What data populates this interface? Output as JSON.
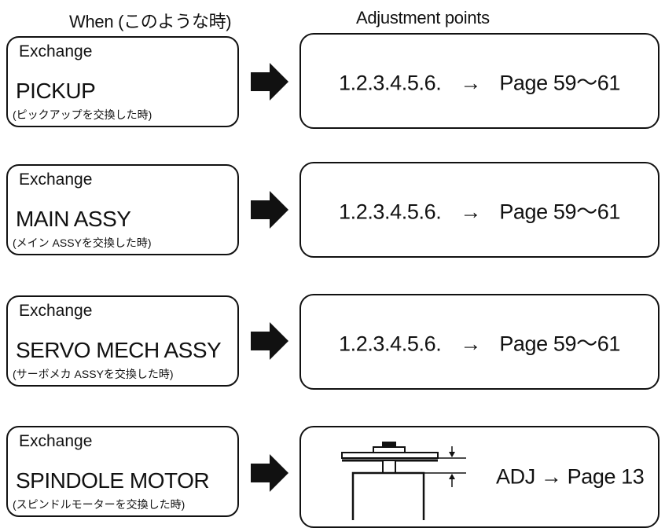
{
  "header": {
    "when": "When (このような時)",
    "adjustment": "Adjustment points"
  },
  "rows": [
    {
      "exchange": "Exchange",
      "part": "PICKUP",
      "jp": "(ピックアップを交換した時)",
      "points": "1.2.3.4.5.6.",
      "arrow": "→",
      "page": "Page 59〜61"
    },
    {
      "exchange": "Exchange",
      "part": "MAIN ASSY",
      "jp": "(メイン ASSYを交換した時)",
      "points": "1.2.3.4.5.6.",
      "arrow": "→",
      "page": "Page 59〜61"
    },
    {
      "exchange": "Exchange",
      "part": "SERVO MECH ASSY",
      "jp": "(サーボメカ ASSYを交換した時)",
      "points": "1.2.3.4.5.6.",
      "arrow": "→",
      "page": "Page 59〜61"
    },
    {
      "exchange": "Exchange",
      "part": "SPINDOLE MOTOR",
      "jp": "(スピンドルモーターを交換した時)",
      "adj": "ADJ → Page 13",
      "figure_icon": "spindle-motor-height-figure"
    }
  ],
  "arrow_icon": "right-block-arrow"
}
